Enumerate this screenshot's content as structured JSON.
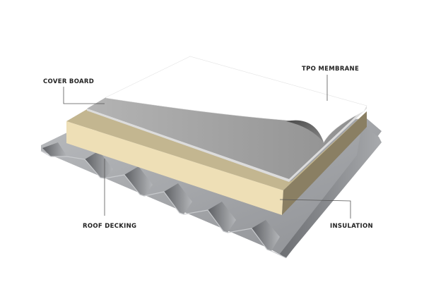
{
  "labels": {
    "tpo_membrane": "TPO MEMBRANE",
    "cover_board": "COVER BOARD",
    "roof_decking": "ROOF DECKING",
    "insulation": "INSULATION"
  },
  "colors": {
    "membrane": "#ffffff",
    "cover_board": "#a9a9a9",
    "insulation_top": "#c3b690",
    "insulation_front": "#eedfb6",
    "insulation_side": "#8a7f63",
    "decking": "#a3a5a8",
    "leader": "#555555"
  }
}
